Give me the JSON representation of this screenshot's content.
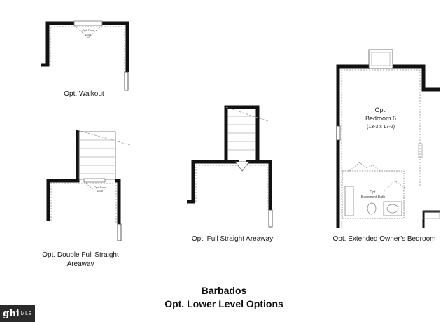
{
  "options": {
    "walkout": {
      "label": "Opt. Walkout",
      "door_note": "Opt. Door"
    },
    "double_areaway": {
      "label_line1": "Opt. Double Full Straight",
      "label_line2": "Areaway",
      "door_note": "Opt. Door"
    },
    "full_areaway": {
      "label": "Opt. Full Straight Areaway"
    },
    "owners_bedroom": {
      "label": "Opt. Extended Owner’s Bedroom",
      "room_name_line1": "Opt.",
      "room_name_line2": "Bedroom 6",
      "room_dims": "(13-3 x 17-2)",
      "bath_line1": "Opt.",
      "bath_line2": "Basement Bath"
    }
  },
  "footer": {
    "title_line1": "Barbados",
    "title_line2": "Opt. Lower Level Options"
  },
  "logo": {
    "mark": "ghi",
    "suffix": "MLS"
  },
  "colors": {
    "wall": "#111111",
    "dashed": "#9a9a9a",
    "text": "#1a1a1a",
    "logo_bg": "#2a2a2a"
  }
}
